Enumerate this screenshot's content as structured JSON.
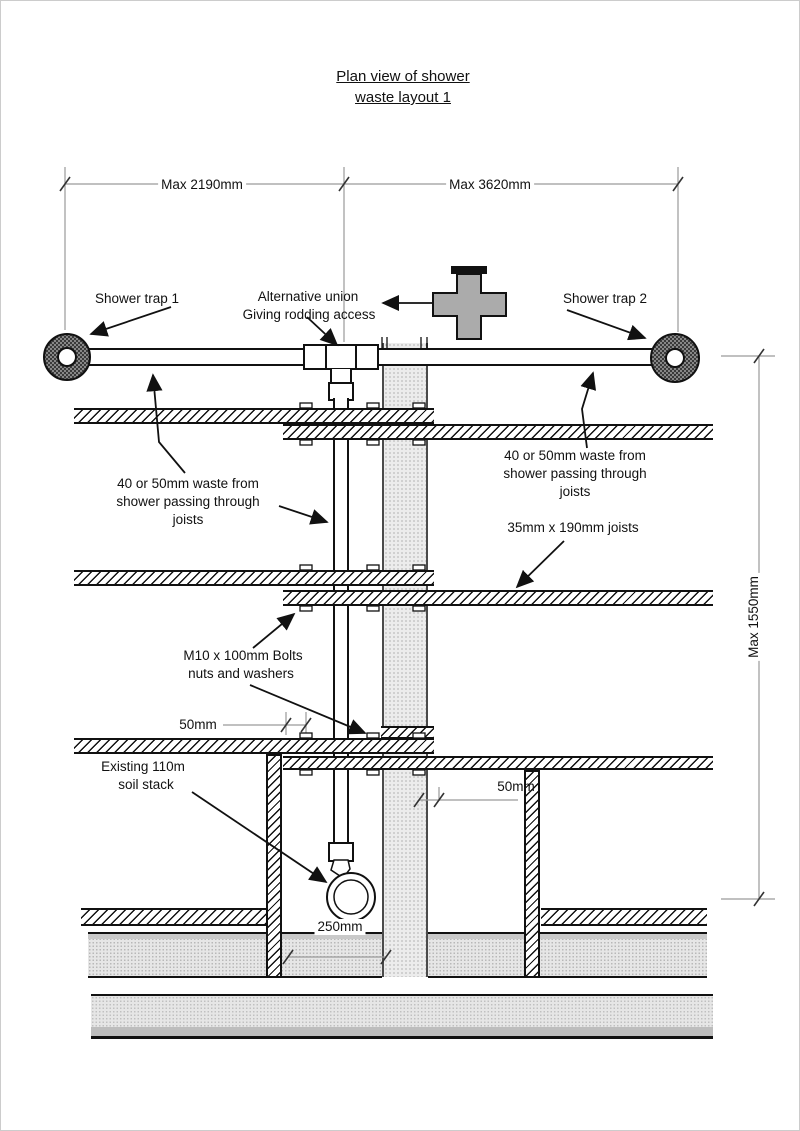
{
  "page": {
    "title_line1": "Plan view of shower",
    "title_line2": "waste layout 1"
  },
  "dimensions": {
    "top_left": "Max 2190mm",
    "top_right": "Max 3620mm",
    "right_vertical": "Max 1550mm",
    "offset_left": "50mm",
    "offset_right": "50mm",
    "stack_bottom": "250mm"
  },
  "labels": {
    "shower_trap_1": "Shower trap 1",
    "alt_union_1": "Alternative union",
    "alt_union_2": "Giving rodding access",
    "shower_trap_2": "Shower trap 2",
    "waste_left_1": "40 or 50mm waste from",
    "waste_left_2": "shower passing through",
    "waste_left_3": "joists",
    "waste_right_1": "40 or 50mm waste from",
    "waste_right_2": "shower passing through",
    "waste_right_3": "joists",
    "joists": "35mm x 190mm joists",
    "bolts_1": "M10 x 100mm Bolts",
    "bolts_2": "nuts and washers",
    "stack_1": "Existing 110m",
    "stack_2": "soil stack"
  },
  "colors": {
    "line": "#111111",
    "dim": "#9a9a9a",
    "fit": "#ababab",
    "wallfill": "#ececec",
    "floorfill": "#e6e6e6",
    "trapfill": "#9e9e9e"
  }
}
